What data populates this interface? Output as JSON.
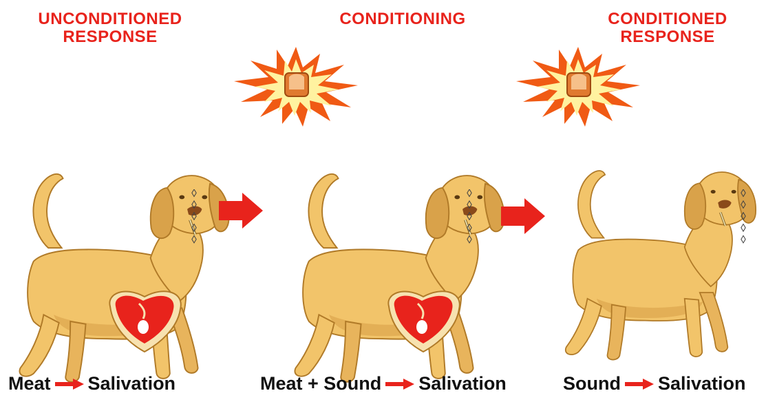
{
  "panels": [
    {
      "title_line1": "UNCONDITIONED",
      "title_line2": "RESPONSE",
      "caption_left": "Meat",
      "caption_right": "Salivation"
    },
    {
      "title_line1": "CONDITIONING",
      "title_line2": "",
      "caption_left": "Meat + Sound",
      "caption_right": "Salivation"
    },
    {
      "title_line1": "CONDITIONED",
      "title_line2": "RESPONSE",
      "caption_left": "Sound",
      "caption_right": "Salivation"
    }
  ],
  "colors": {
    "title": "#e8231c",
    "arrow": "#e8231c",
    "dog_body": "#f2c46a",
    "dog_shade": "#d9a24a",
    "dog_outline": "#b07a28",
    "meat": "#e8231c",
    "meat_fat": "#f7e2b0",
    "burst_outer": "#f05a14",
    "burst_inner": "#fff2a0",
    "bell": "#e07a30"
  },
  "icons": [
    "dog-icon",
    "meat-icon",
    "bell-burst-icon",
    "right-arrow-icon",
    "saliva-drops-icon"
  ]
}
